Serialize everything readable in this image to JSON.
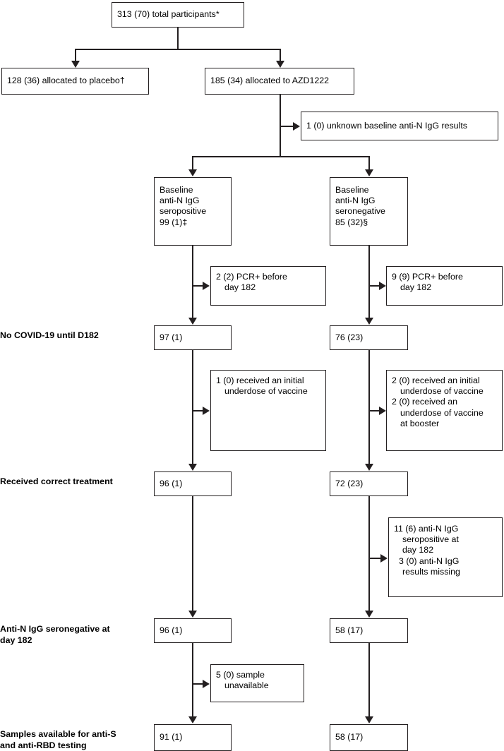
{
  "diagram": {
    "type": "participant-flow-chart",
    "title_present": false,
    "nodes": {
      "total_participants": "313 (70) total participants*",
      "placebo": "128 (36) allocated to placebo†",
      "azd1222": "185 (34) allocated to AZD1222",
      "unknown_baseline": "1 (0) unknown baseline anti-N IgG results",
      "seropositive": {
        "l1": "Baseline",
        "l2": "anti-N IgG",
        "l3": "seropositive",
        "l4": "99 (1)‡"
      },
      "seronegative": {
        "l1": "Baseline",
        "l2": "anti-N IgG",
        "l3": "seronegative",
        "l4": "85 (32)§"
      },
      "pcr_pos_left": {
        "l1": "2 (2) PCR+ before",
        "l2": "day 182"
      },
      "pcr_pos_right": {
        "l1": "9 (9) PCR+ before",
        "l2": "day 182"
      },
      "no_covid_left": "97 (1)",
      "no_covid_right": "76 (23)",
      "underdose_left": {
        "l1": "1 (0) received an initial",
        "l2": "underdose of vaccine"
      },
      "underdose_right": {
        "l1": "2 (0) received an initial",
        "l2": "underdose of vaccine",
        "l3": "2 (0) received an",
        "l4": "underdose of vaccine",
        "l5": "at booster"
      },
      "correct_treatment_left": "96 (1)",
      "correct_treatment_right": "72 (23)",
      "seropositive_d182": {
        "l1": "11 (6) anti-N IgG",
        "l2": "seropositive at",
        "l3": "day 182",
        "l4": "3 (0) anti-N IgG",
        "l5": "results missing"
      },
      "seroneg_d182_left": "96 (1)",
      "seroneg_d182_right": "58 (17)",
      "sample_unavailable": {
        "l1": "5 (0) sample",
        "l2": "unavailable"
      },
      "samples_available_left": "91 (1)",
      "samples_available_right": "58 (17)"
    },
    "stage_labels": {
      "no_covid": "No COVID-19 until D182",
      "correct_treatment": "Received correct treatment",
      "seronegative_d182": "Anti-N IgG seronegative at\nday 182",
      "samples_available": "Samples available for anti-S\nand anti-RBD testing"
    },
    "colors": {
      "stroke": "#231f20",
      "text": "#000000",
      "background": "#ffffff"
    }
  }
}
